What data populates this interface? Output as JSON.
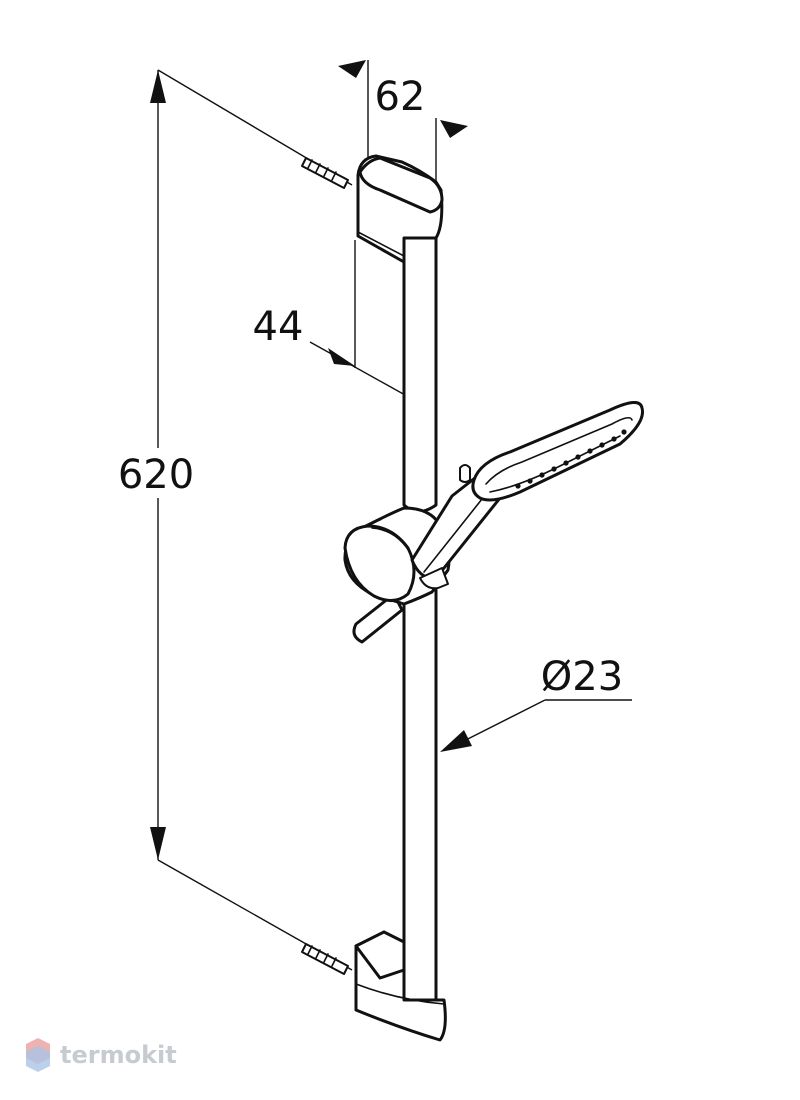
{
  "dimensions": {
    "width_top": "62",
    "width_wall": "44",
    "height": "620",
    "diameter": "Ø23"
  },
  "watermark": {
    "text": "termokit"
  },
  "colors": {
    "line": "#111111",
    "background": "#ffffff",
    "watermark": "#c7cbd1",
    "watermark_red": "#e8a0a0",
    "watermark_blue": "#a9c4e6"
  }
}
